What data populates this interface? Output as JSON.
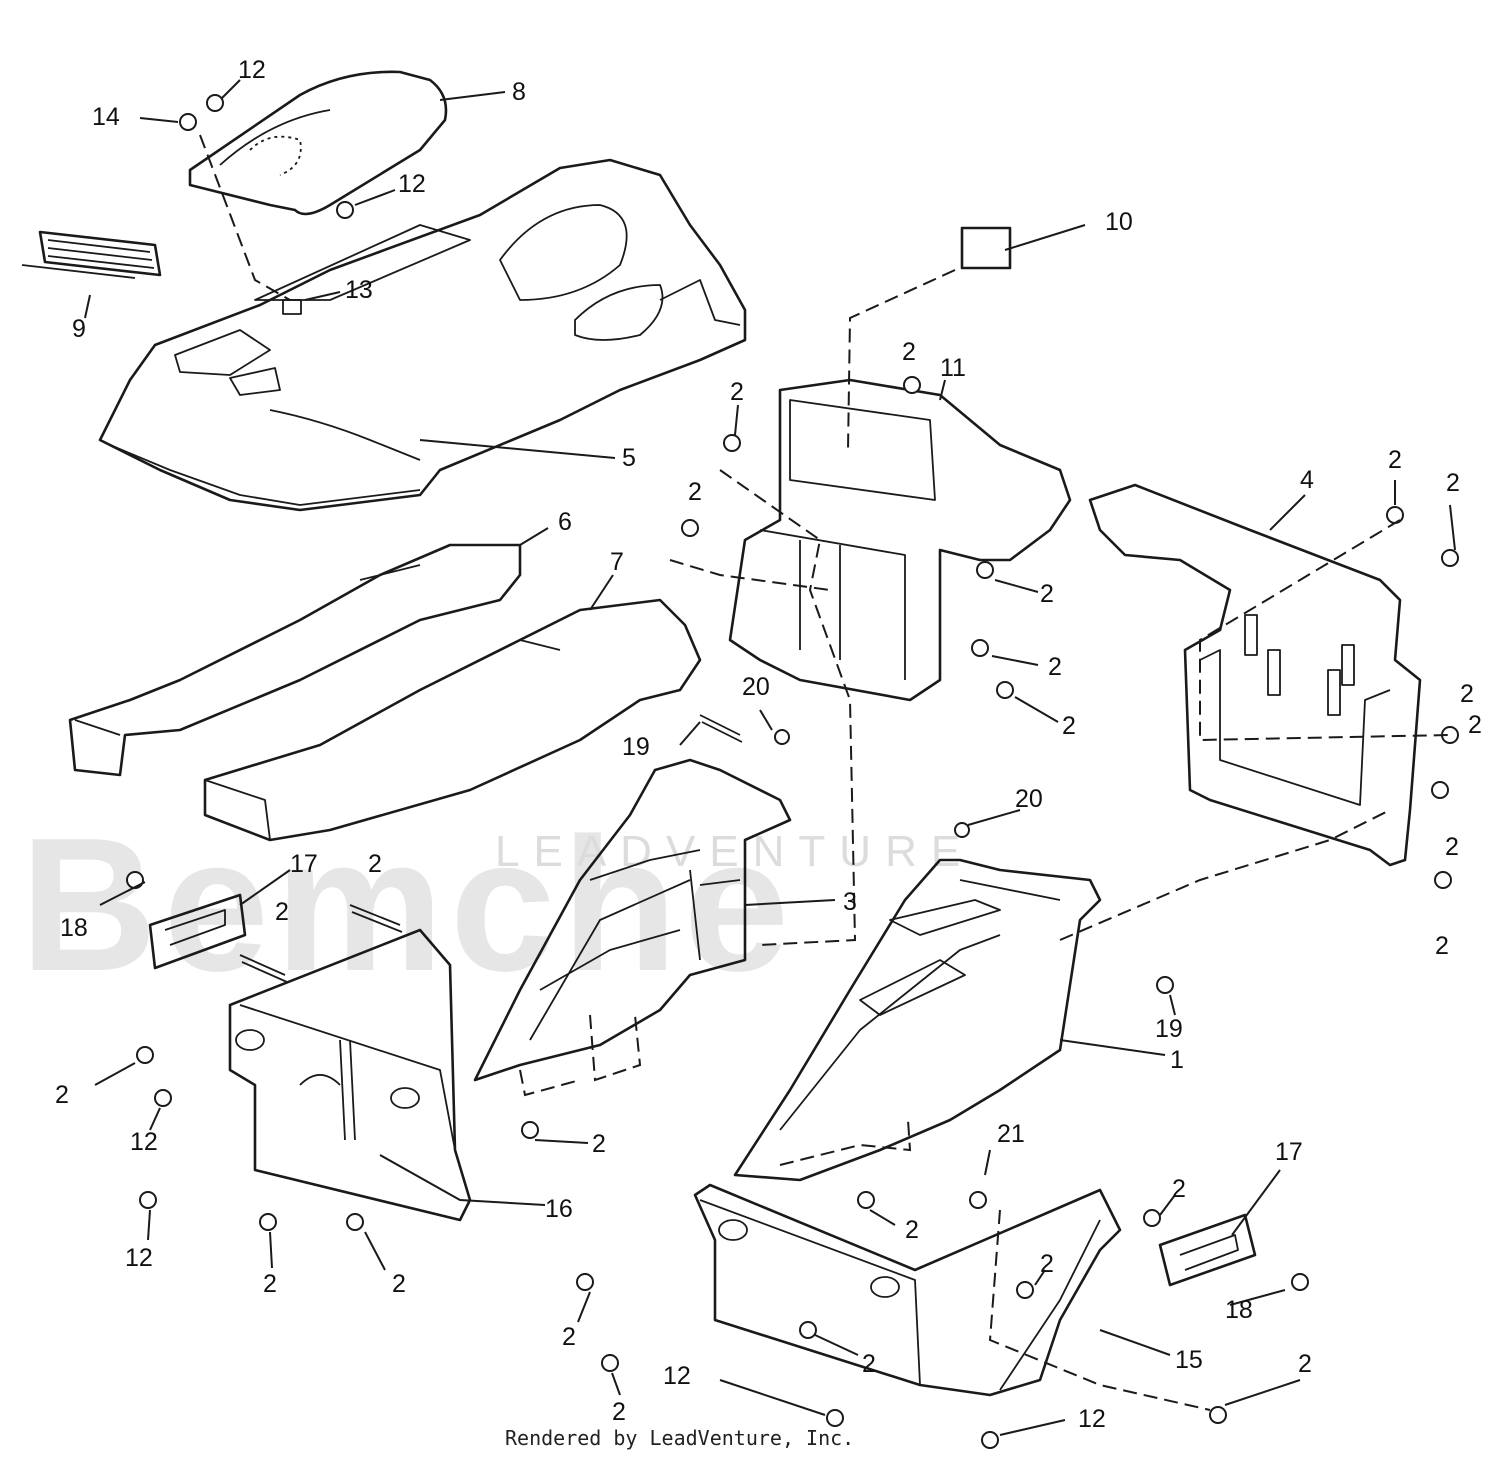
{
  "watermark": {
    "brand": "Bemche",
    "sub": "LEADVENTURE"
  },
  "credit": "Rendered by LeadVenture, Inc.",
  "callouts": [
    {
      "id": "c1",
      "text": "12"
    },
    {
      "id": "c2",
      "text": "14"
    },
    {
      "id": "c3",
      "text": "8"
    },
    {
      "id": "c4",
      "text": "12"
    },
    {
      "id": "c5",
      "text": "9"
    },
    {
      "id": "c6",
      "text": "13"
    },
    {
      "id": "c7",
      "text": "5"
    },
    {
      "id": "c8",
      "text": "10"
    },
    {
      "id": "c9",
      "text": "2"
    },
    {
      "id": "c10",
      "text": "11"
    },
    {
      "id": "c11",
      "text": "2"
    },
    {
      "id": "c12",
      "text": "2"
    },
    {
      "id": "c13",
      "text": "6"
    },
    {
      "id": "c14",
      "text": "7"
    },
    {
      "id": "c15",
      "text": "2"
    },
    {
      "id": "c16",
      "text": "2"
    },
    {
      "id": "c17",
      "text": "2"
    },
    {
      "id": "c18",
      "text": "4"
    },
    {
      "id": "c19",
      "text": "2"
    },
    {
      "id": "c20",
      "text": "2"
    },
    {
      "id": "c21",
      "text": "20"
    },
    {
      "id": "c22",
      "text": "19"
    },
    {
      "id": "c23",
      "text": "2"
    },
    {
      "id": "c24",
      "text": "2"
    },
    {
      "id": "c25",
      "text": "20"
    },
    {
      "id": "c26",
      "text": "2"
    },
    {
      "id": "c27",
      "text": "17"
    },
    {
      "id": "c28",
      "text": "2"
    },
    {
      "id": "c29",
      "text": "18"
    },
    {
      "id": "c30",
      "text": "2"
    },
    {
      "id": "c31",
      "text": "3"
    },
    {
      "id": "c32",
      "text": "19"
    },
    {
      "id": "c33",
      "text": "1"
    },
    {
      "id": "c34",
      "text": "2"
    },
    {
      "id": "c35",
      "text": "12"
    },
    {
      "id": "c36",
      "text": "2"
    },
    {
      "id": "c37",
      "text": "12"
    },
    {
      "id": "c38",
      "text": "16"
    },
    {
      "id": "c39",
      "text": "2"
    },
    {
      "id": "c40",
      "text": "2"
    },
    {
      "id": "c41",
      "text": "21"
    },
    {
      "id": "c42",
      "text": "17"
    },
    {
      "id": "c43",
      "text": "2"
    },
    {
      "id": "c44",
      "text": "2"
    },
    {
      "id": "c45",
      "text": "2"
    },
    {
      "id": "c46",
      "text": "18"
    },
    {
      "id": "c47",
      "text": "2"
    },
    {
      "id": "c48",
      "text": "2"
    },
    {
      "id": "c49",
      "text": "15"
    },
    {
      "id": "c50",
      "text": "12"
    },
    {
      "id": "c51",
      "text": "2"
    },
    {
      "id": "c52",
      "text": "2"
    },
    {
      "id": "c53",
      "text": "12"
    },
    {
      "id": "c54",
      "text": "2"
    }
  ]
}
